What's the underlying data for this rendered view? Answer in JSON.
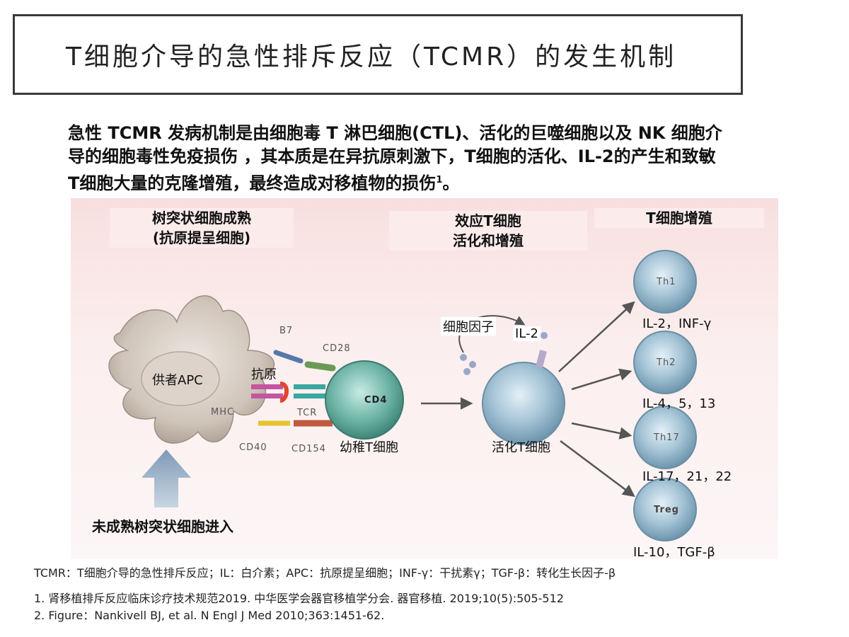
{
  "slide": {
    "title": "T细胞介导的急性排斥反应（TCMR）的发生机制",
    "intro_line1": "急性 TCMR 发病机制是由细胞毒 T 淋巴细胞(CTL)、活化的巨噬细胞以及 NK 细胞介",
    "intro_line2": "导的细胞毒性免疫损伤 ，其本质是在异抗原刺激下，T细胞的活化、IL-2的产生和致敏",
    "intro_line3": "T细胞大量的克隆增殖，最终造成对移植物的损伤",
    "intro_sup": "1",
    "intro_end": "。"
  },
  "figure": {
    "header_left_1": "树突状细胞成熟",
    "header_left_2": "(抗原提呈细胞)",
    "header_mid_1": "效应T细胞",
    "header_mid_2": "活化和增殖",
    "header_right": "T细胞增殖",
    "apc_label": "供者APC",
    "antigen_label": "抗原",
    "b7": "B7",
    "cd28": "CD28",
    "mhc": "MHC",
    "tcr": "TCR",
    "cd40": "CD40",
    "cd154": "CD154",
    "cd4": "CD4",
    "naive_t": "幼稚T细胞",
    "cytokine": "细胞因子",
    "il2": "IL-2",
    "activated_t": "活化T细胞",
    "immature_dc": "未成熟树突状细胞进入",
    "subsets": [
      {
        "name": "Th1",
        "cytokines": "IL-2，INF-γ"
      },
      {
        "name": "Th2",
        "cytokines": "IL-4，5，13"
      },
      {
        "name": "Th17",
        "cytokines": "IL-17，21，22"
      },
      {
        "name": "Treg",
        "cytokines": "IL-10，TGF-β"
      }
    ]
  },
  "footer": {
    "abbrev": "TCMR：T细胞介导的急性排斥反应；IL：白介素；APC：抗原提呈细胞；INF-γ：干扰素γ；TGF-β：转化生长因子-β",
    "ref1": "1.   肾移植排斥反应临床诊疗技术规范2019. 中华医学会器官移植学分会. 器官移植. 2019;10(5):505-512",
    "ref2": "2.   Figure：Nankivell BJ, et al. N Engl J Med 2010;363:1451-62."
  },
  "colors": {
    "figure_bg": "#f8dfdf",
    "cell_teal": "#5fa89c",
    "cell_blue": "#8fb3c8",
    "arrow": "#555555",
    "apc": "#d8cfc6"
  }
}
